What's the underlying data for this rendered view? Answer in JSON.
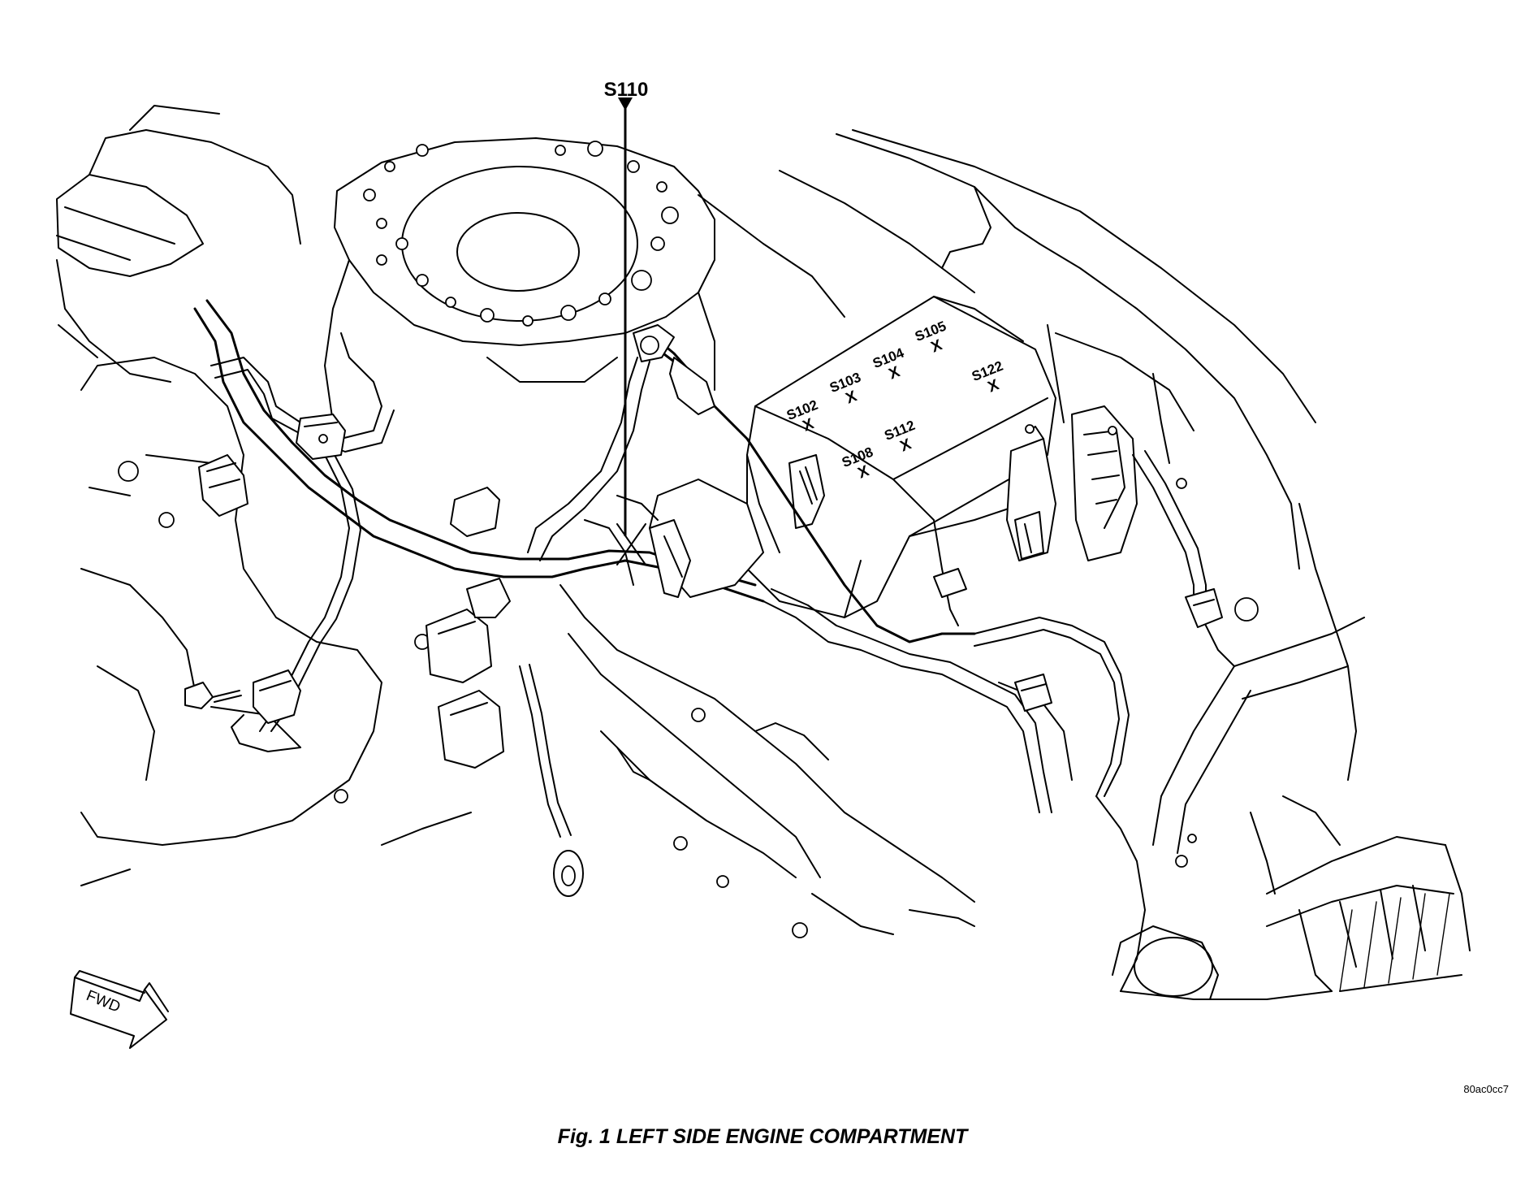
{
  "diagram": {
    "callout": "S110",
    "splices": [
      {
        "label": "S102"
      },
      {
        "label": "S103"
      },
      {
        "label": "S104"
      },
      {
        "label": "S105"
      },
      {
        "label": "S122"
      },
      {
        "label": "S108"
      },
      {
        "label": "S112"
      }
    ],
    "marker": "X",
    "direction_label": "FWD",
    "image_code": "80ac0cc7",
    "caption": "Fig. 1 LEFT SIDE ENGINE COMPARTMENT"
  }
}
